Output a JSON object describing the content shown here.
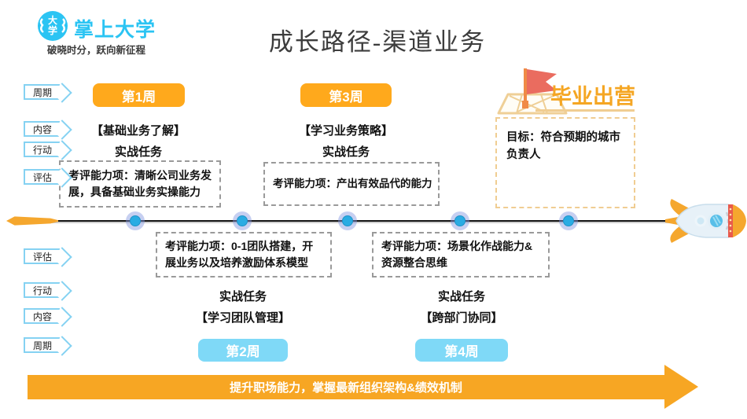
{
  "brand": {
    "name": "掌上大学",
    "tagline": "破晓时分，跃向新征程",
    "icon_char_top": "大",
    "icon_char_bottom": "学"
  },
  "title": "成长路径-渠道业务",
  "row_labels": [
    "周期",
    "内容",
    "行动",
    "评估"
  ],
  "weeks": [
    {
      "badge": "第1周",
      "content": "【基础业务了解】",
      "action": "实战任务",
      "evaluation": "考评能力项：清晰公司业务发展，具备基础业务实操能力",
      "position": "top"
    },
    {
      "badge": "第2周",
      "content": "【学习团队管理】",
      "action": "实战任务",
      "evaluation": "考评能力项：0-1团队搭建，开展业务以及培养激励体系模型",
      "position": "bottom"
    },
    {
      "badge": "第3周",
      "content": "【学习业务策略】",
      "action": "实战任务",
      "evaluation": "考评能力项：产出有效品代的能力",
      "position": "top"
    },
    {
      "badge": "第4周",
      "content": "【跨部门协同】",
      "action": "实战任务",
      "evaluation": "考评能力项：场景化作战能力&资源整合思维",
      "position": "bottom"
    }
  ],
  "graduation": {
    "title": "毕业出营",
    "goal": "目标：符合预期的城市负责人"
  },
  "banner": {
    "text": "提升职场能力，掌握最新组织架构&绩效机制"
  },
  "colors": {
    "brand_cyan": "#2BC4F3",
    "badge_orange": "#FFA91C",
    "badge_blue": "#7FD9F7",
    "banner_orange": "#F7A623",
    "graduation_orange": "#F5A623",
    "flag_red": "#EA6C5F",
    "dot_blue": "#2AACE3",
    "dashed_gray": "#9A9A9A",
    "dashed_gold": "#F0CD92"
  }
}
